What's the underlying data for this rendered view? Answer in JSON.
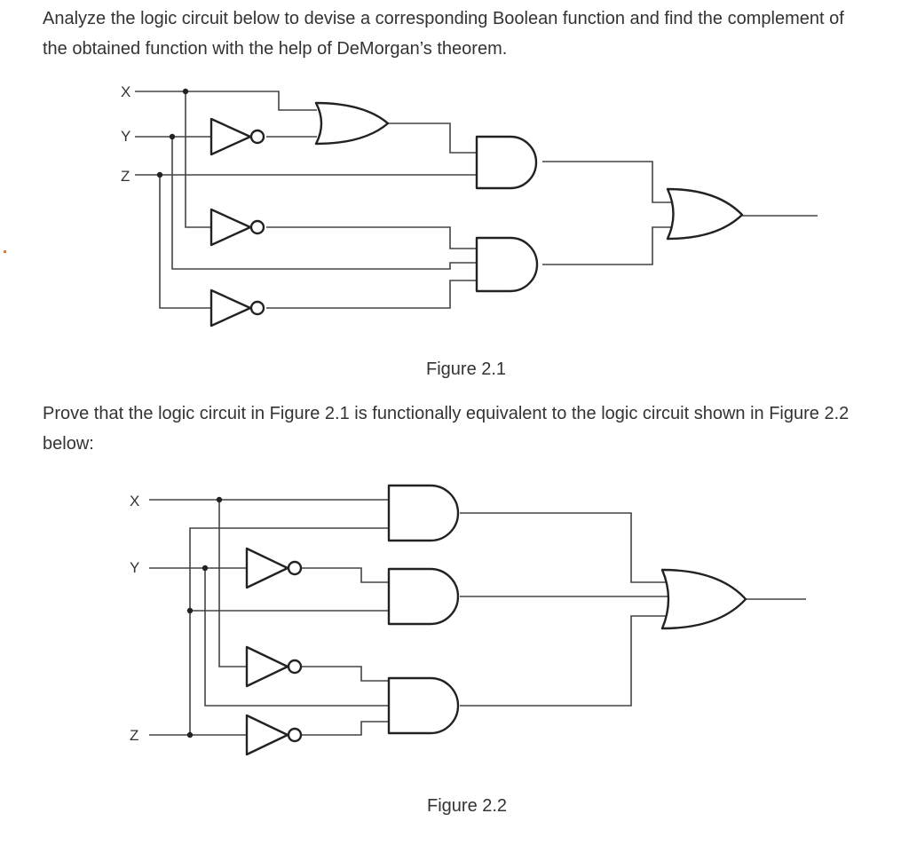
{
  "question": {
    "intro": "Analyze the logic circuit below to devise a corresponding Boolean function and find the complement of the obtained function with the help of DeMorgan’s theorem.",
    "prove": "Prove that the logic circuit in Figure 2.1 is functionally equivalent to the logic circuit shown in Figure 2.2 below:"
  },
  "figure1": {
    "caption": "Figure 2.1",
    "inputs": [
      "X",
      "Y",
      "Z"
    ]
  },
  "figure2": {
    "caption": "Figure 2.2",
    "inputs": [
      "X",
      "Y",
      "Z"
    ]
  },
  "colors": {
    "text": "#333333",
    "wire": "#444444",
    "gate": "#222222",
    "stray_mark": "#e07b39"
  }
}
